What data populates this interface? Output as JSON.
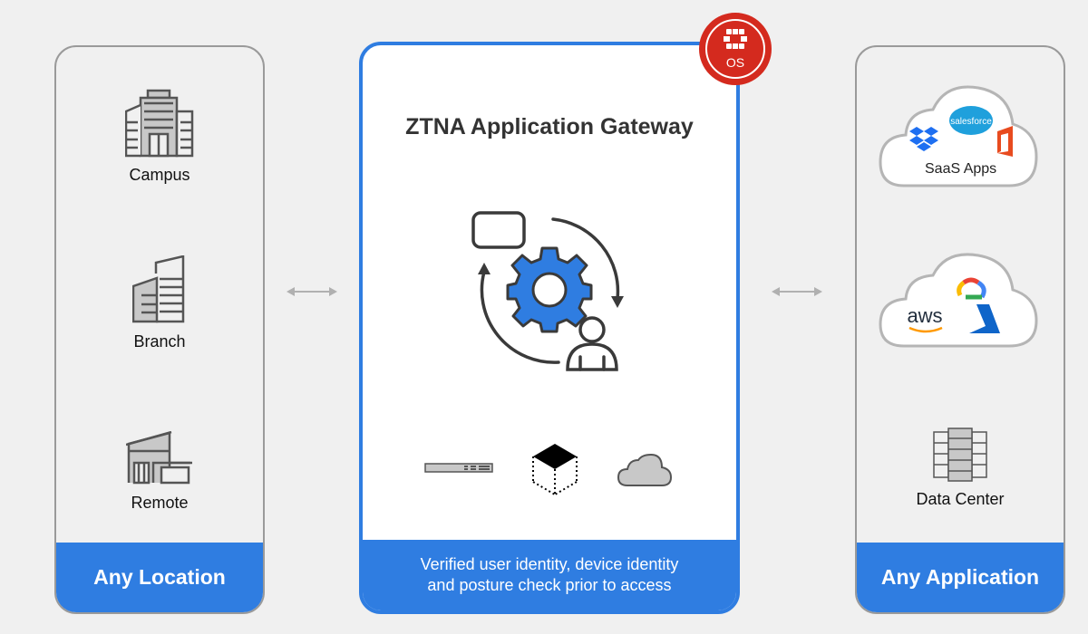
{
  "left_panel": {
    "items": [
      {
        "label": "Campus",
        "icon": "campus-building-icon"
      },
      {
        "label": "Branch",
        "icon": "branch-building-icon"
      },
      {
        "label": "Remote",
        "icon": "remote-house-icon"
      }
    ],
    "footer": "Any Location"
  },
  "center_panel": {
    "title": "ZTNA Application Gateway",
    "badge": "OS",
    "footer_line1": "Verified user identity, device identity",
    "footer_line2": "and posture check prior to access",
    "deploy_icons": [
      "appliance-icon",
      "virtual-machine-icon",
      "cloud-icon"
    ]
  },
  "right_panel": {
    "saas": {
      "label": "SaaS Apps",
      "salesforce": "salesforce"
    },
    "iaas": {
      "aws": "aws"
    },
    "datacenter": {
      "label": "Data Center"
    },
    "footer": "Any Application"
  },
  "colors": {
    "accent": "#2f7de1",
    "badge": "#d42a1e",
    "background": "#f0f0f0"
  }
}
